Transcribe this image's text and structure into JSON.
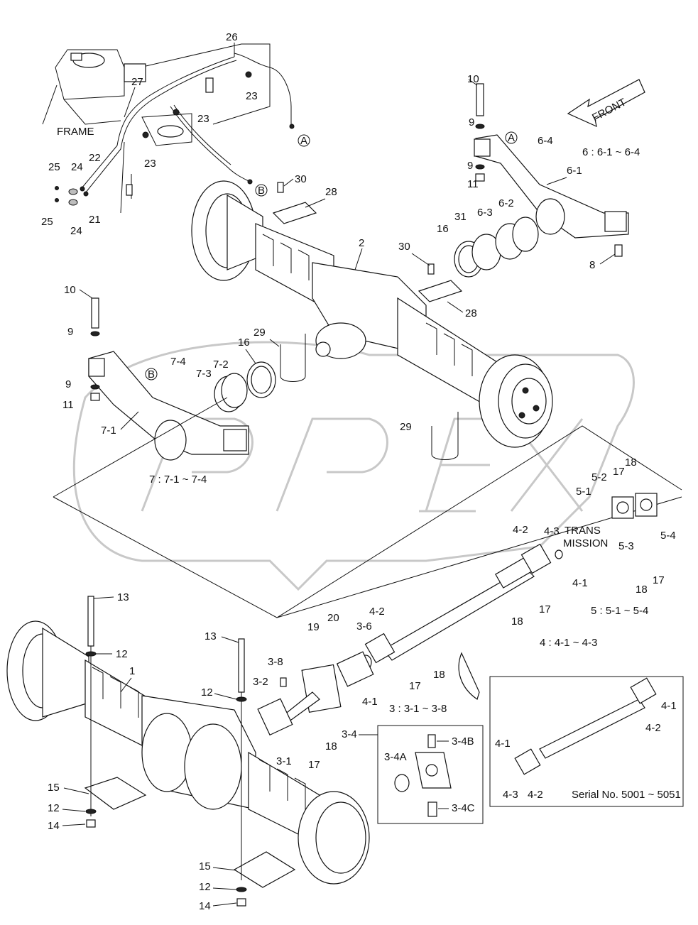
{
  "labels": {
    "frame": "FRAME",
    "front": "FRONT",
    "transmission_line1": "TRANS",
    "transmission_line2": "MISSION",
    "serial": "Serial No. 5001 ~ 5051",
    "group_6": "6  : 6-1 ~ 6-4",
    "group_7": "7 : 7-1 ~ 7-4",
    "group_5": "5  : 5-1 ~ 5-4",
    "group_4": "4  : 4-1 ~ 4-3",
    "group_3": "3  : 3-1 ~ 3-8",
    "circle_a": "A",
    "circle_b": "B"
  },
  "part_numbers": {
    "p1": "1",
    "p2": "2",
    "p8": "8",
    "p9": "9",
    "p10": "10",
    "p11": "11",
    "p12": "12",
    "p13": "13",
    "p14": "14",
    "p15": "15",
    "p16": "16",
    "p17": "17",
    "p18": "18",
    "p19": "19",
    "p20": "20",
    "p21": "21",
    "p22": "22",
    "p23": "23",
    "p24": "24",
    "p25": "25",
    "p26": "26",
    "p27": "27",
    "p28": "28",
    "p29": "29",
    "p30": "30",
    "p31": "31",
    "p3_1": "3-1",
    "p3_2": "3-2",
    "p3_4": "3-4",
    "p3_6": "3-6",
    "p3_8": "3-8",
    "p3_4a": "3-4A",
    "p3_4b": "3-4B",
    "p3_4c": "3-4C",
    "p4_1": "4-1",
    "p4_2": "4-2",
    "p4_3": "4-3",
    "p5_1": "5-1",
    "p5_2": "5-2",
    "p5_3": "5-3",
    "p5_4": "5-4",
    "p6_1": "6-1",
    "p6_2": "6-2",
    "p6_3": "6-3",
    "p6_4": "6-4",
    "p7_1": "7-1",
    "p7_2": "7-2",
    "p7_3": "7-3",
    "p7_4": "7-4"
  },
  "colors": {
    "ink": "#111111",
    "watermark": "#c8c8c8",
    "background": "#ffffff"
  }
}
